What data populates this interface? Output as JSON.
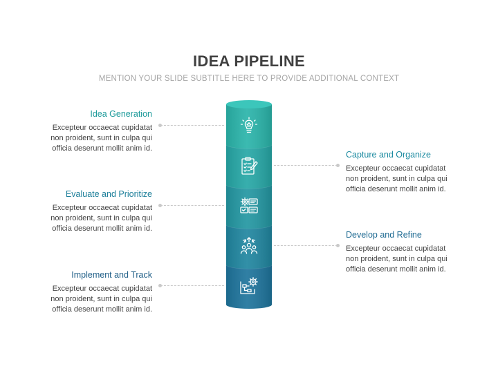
{
  "title": "IDEA PIPELINE",
  "subtitle": "MENTION YOUR SLIDE SUBTITLE HERE TO PROVIDE ADDITIONAL CONTEXT",
  "colors": {
    "stage_top": "#2bb5ab",
    "stage_bottom": "#1b6e9e",
    "title_teal": "#1c9a9a",
    "title_blue": "#1f5e87"
  },
  "stages": [
    {
      "title": "Idea Generation",
      "description": [
        "Excepteur occaecat cupidatat",
        "non proident, sunt in culpa qui",
        "officia deserunt mollit anim id."
      ],
      "icon": "lightbulb-icon"
    },
    {
      "title": "Capture and Organize",
      "description": [
        "Excepteur occaecat cupidatat",
        "non proident, sunt in culpa qui",
        "officia deserunt mollit anim id."
      ],
      "icon": "clipboard-checklist-icon"
    },
    {
      "title": "Evaluate and Prioritize",
      "description": [
        "Excepteur occaecat cupidatat",
        "non proident, sunt in culpa qui",
        "officia deserunt mollit anim id."
      ],
      "icon": "gear-documents-icon"
    },
    {
      "title": "Develop and Refine",
      "description": [
        "Excepteur occaecat cupidatat",
        "non proident, sunt in culpa qui",
        "officia deserunt mollit anim id."
      ],
      "icon": "team-growth-icon"
    },
    {
      "title": "Implement and Track",
      "description": [
        "Excepteur occaecat cupidatat",
        "non proident, sunt in culpa qui",
        "officia deserunt mollit anim id."
      ],
      "icon": "flowchart-gear-icon"
    }
  ]
}
